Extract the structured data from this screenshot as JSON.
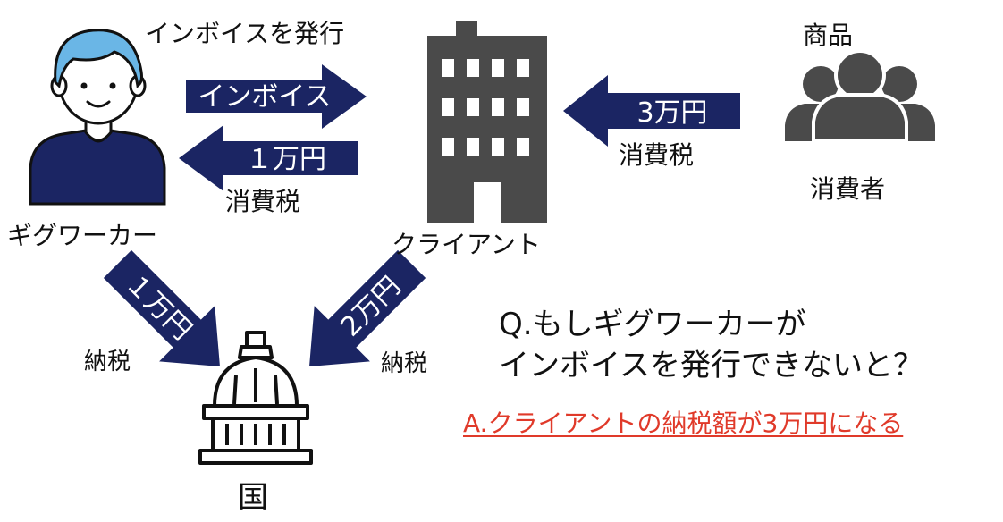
{
  "labels": {
    "issue_invoice": "インボイスを発行",
    "gig_worker": "ギグワーカー",
    "client": "クライアント",
    "product": "商品",
    "consumer": "消費者",
    "country": "国",
    "consumption_tax_left": "消費税",
    "consumption_tax_right": "消費税",
    "tax_payment_left": "納税",
    "tax_payment_right": "納税"
  },
  "arrows": {
    "invoice": "インボイス",
    "one_man_yen_top": "１万円",
    "three_man_yen": "3万円",
    "one_man_yen_diag": "１万円",
    "two_man_yen_diag": "2万円"
  },
  "qa": {
    "question_line1": "Q.もしギグワーカーが",
    "question_line2": "インボイスを発行できないと？",
    "answer": "A.クライアントの納税額が3万円になる"
  },
  "colors": {
    "arrow_navy": "#1b2563",
    "icon_gray": "#4a4a4a",
    "person_hair": "#6ab6e6",
    "person_shirt": "#1b2563",
    "answer_red": "#e03a2a"
  },
  "icons": [
    "gig-worker-person-icon",
    "office-building-icon",
    "consumers-group-icon",
    "capitol-dome-icon"
  ]
}
